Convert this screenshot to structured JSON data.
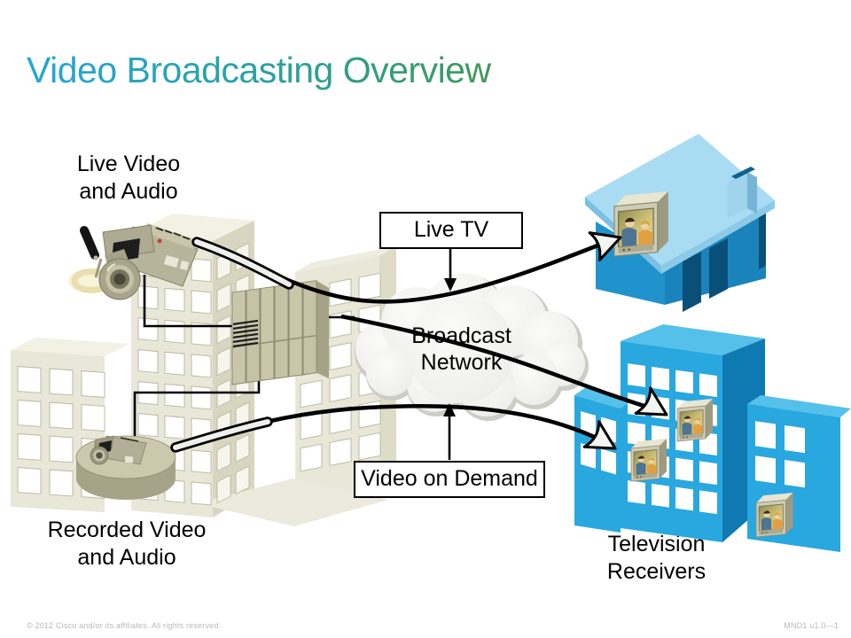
{
  "title": "Video Broadcasting Overview",
  "diagram": {
    "source_live": {
      "line1": "Live Video",
      "line2": "and Audio"
    },
    "source_recorded": {
      "line1": "Recorded Video",
      "line2": "and Audio"
    },
    "network_cloud": {
      "line1": "Broadcast",
      "line2": "Network"
    },
    "receivers": {
      "line1": "Television",
      "line2": "Receivers"
    },
    "flow_live_tv": "Live TV",
    "flow_vod": "Video on Demand"
  },
  "footer": {
    "copyright": "© 2012 Cisco and/or its affiliates. All rights reserved.",
    "slide_id": "MND1 u1.0—1"
  },
  "colors": {
    "title_gradient_start": "#27a5d9",
    "title_gradient_end": "#40985a",
    "building_blue": "#29a7df",
    "building_blue_dark": "#0f79b2",
    "roof_blue": "#a9dbf3",
    "equipment_beige": "#c9c6aa",
    "cloud_gray": "#ececE8"
  }
}
